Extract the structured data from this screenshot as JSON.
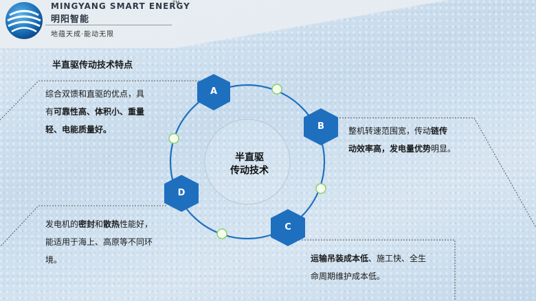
{
  "brand": {
    "name_en": "MINGYANG SMART ENERGY",
    "tm": "TM",
    "name_cn": "明阳智能",
    "slogan": "地蕴天成·能动无限"
  },
  "section_title": "半直驱传动技术特点",
  "center": {
    "line1": "半直驱",
    "line2": "传动技术"
  },
  "nodes": [
    {
      "id": "A",
      "label": "A"
    },
    {
      "id": "B",
      "label": "B"
    },
    {
      "id": "C",
      "label": "C"
    },
    {
      "id": "D",
      "label": "D"
    }
  ],
  "notes": {
    "a": {
      "t1": "综合双馈和直驱的优点，具",
      "t2": "有",
      "t3": "可靠性高、体积小、重量",
      "t4": "轻、电能质量好。"
    },
    "b": {
      "t1": "整机转速范围宽，传动",
      "t2": "链传",
      "t3": "动效率高，发电量优势",
      "t4": "明显。"
    },
    "c": {
      "t1": "运输吊装成本低",
      "t2": "、施工快、全生",
      "t3": "命周期维护成本低。"
    },
    "d": {
      "t1": "发电机的",
      "t2": "密封",
      "t3": "和",
      "t4": "散热",
      "t5": "性能好，",
      "t6": "能适用于海上、高原等不同环",
      "t7": "境。"
    }
  },
  "colors": {
    "hex_blue": "#1f6fbf",
    "ring_blue": "#1f6fbf",
    "dot_green": "#8fd16a"
  }
}
